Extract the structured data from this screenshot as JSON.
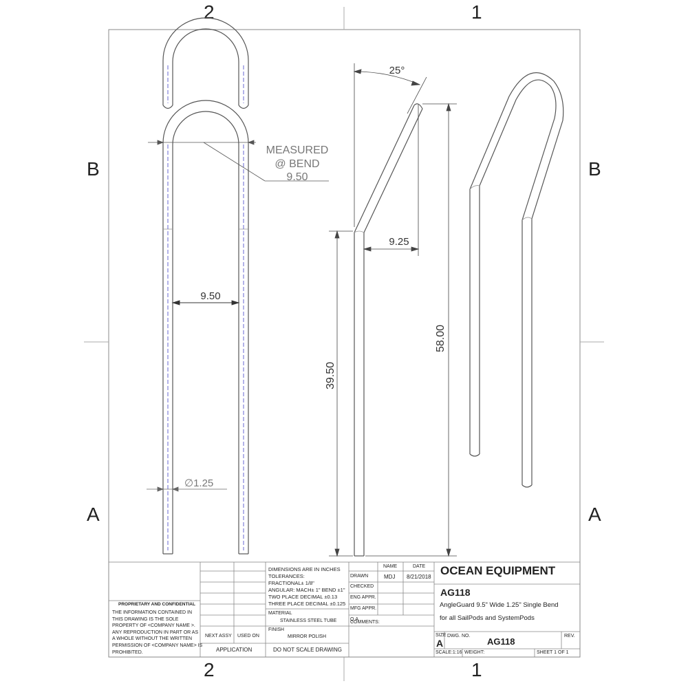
{
  "zones": {
    "top_left": "2",
    "top_right": "1",
    "bottom_left": "2",
    "bottom_right": "1",
    "left_upper": "B",
    "left_lower": "A",
    "right_upper": "B",
    "right_lower": "A"
  },
  "dimensions": {
    "width_at_bend": "9.50",
    "measured_note_1": "MEASURED",
    "measured_note_2": "@ BEND",
    "width_inner": "9.50",
    "tube_diameter": "∅1.25",
    "angle": "25°",
    "offset": "9.25",
    "lower_height": "39.50",
    "total_height": "58.00"
  },
  "title_block": {
    "company": "OCEAN EQUIPMENT",
    "part_title": "AG118",
    "description_line1": "AngleGuard 9.5\" Wide 1.25\" Single Bend",
    "description_line2": "for all SailPods and SystemPods",
    "size_label": "SIZE",
    "size_value": "A",
    "dwg_no_label": "DWG.  NO.",
    "dwg_no": "AG118",
    "rev_label": "REV.",
    "scale": "SCALE:1:16",
    "weight": "WEIGHT:",
    "sheet": "SHEET 1 OF 1",
    "name_header": "NAME",
    "date_header": "DATE",
    "drawn_label": "DRAWN",
    "drawn_name": "MDJ",
    "drawn_date": "8/21/2018",
    "checked_label": "CHECKED",
    "eng_appr_label": "ENG APPR.",
    "mfg_appr_label": "MFG APPR.",
    "qa_label": "Q.A.",
    "comments_label": "COMMENTS:",
    "tolerance_lines": [
      "DIMENSIONS ARE IN INCHES",
      "TOLERANCES:",
      "FRACTIONAL± 1/8\"",
      "ANGULAR: MACH± 1\" BEND ±1\"",
      "TWO PLACE DECIMAL    ±0.13",
      "THREE PLACE DECIMAL  ±0.125"
    ],
    "material_label": "MATERIAL",
    "material_value": "STAINLESS STEEL TUBE",
    "finish_label": "FINISH",
    "finish_value": "MIRROR POLISH",
    "do_not_scale": "DO  NOT  SCALE  DRAWING",
    "next_assy": "NEXT ASSY",
    "used_on": "USED ON",
    "application": "APPLICATION",
    "proprietary_title": "PROPRIETARY AND CONFIDENTIAL",
    "proprietary_lines": [
      "THE INFORMATION CONTAINED IN",
      "THIS DRAWING IS THE SOLE",
      "PROPERTY OF <COMPANY NAME >.",
      "ANY REPRODUCTION IN PART OR AS",
      "A WHOLE WITHOUT THE WRITTEN",
      "PERMISSION OF <COMPANY NAME> IS",
      "PROHIBITED."
    ]
  }
}
